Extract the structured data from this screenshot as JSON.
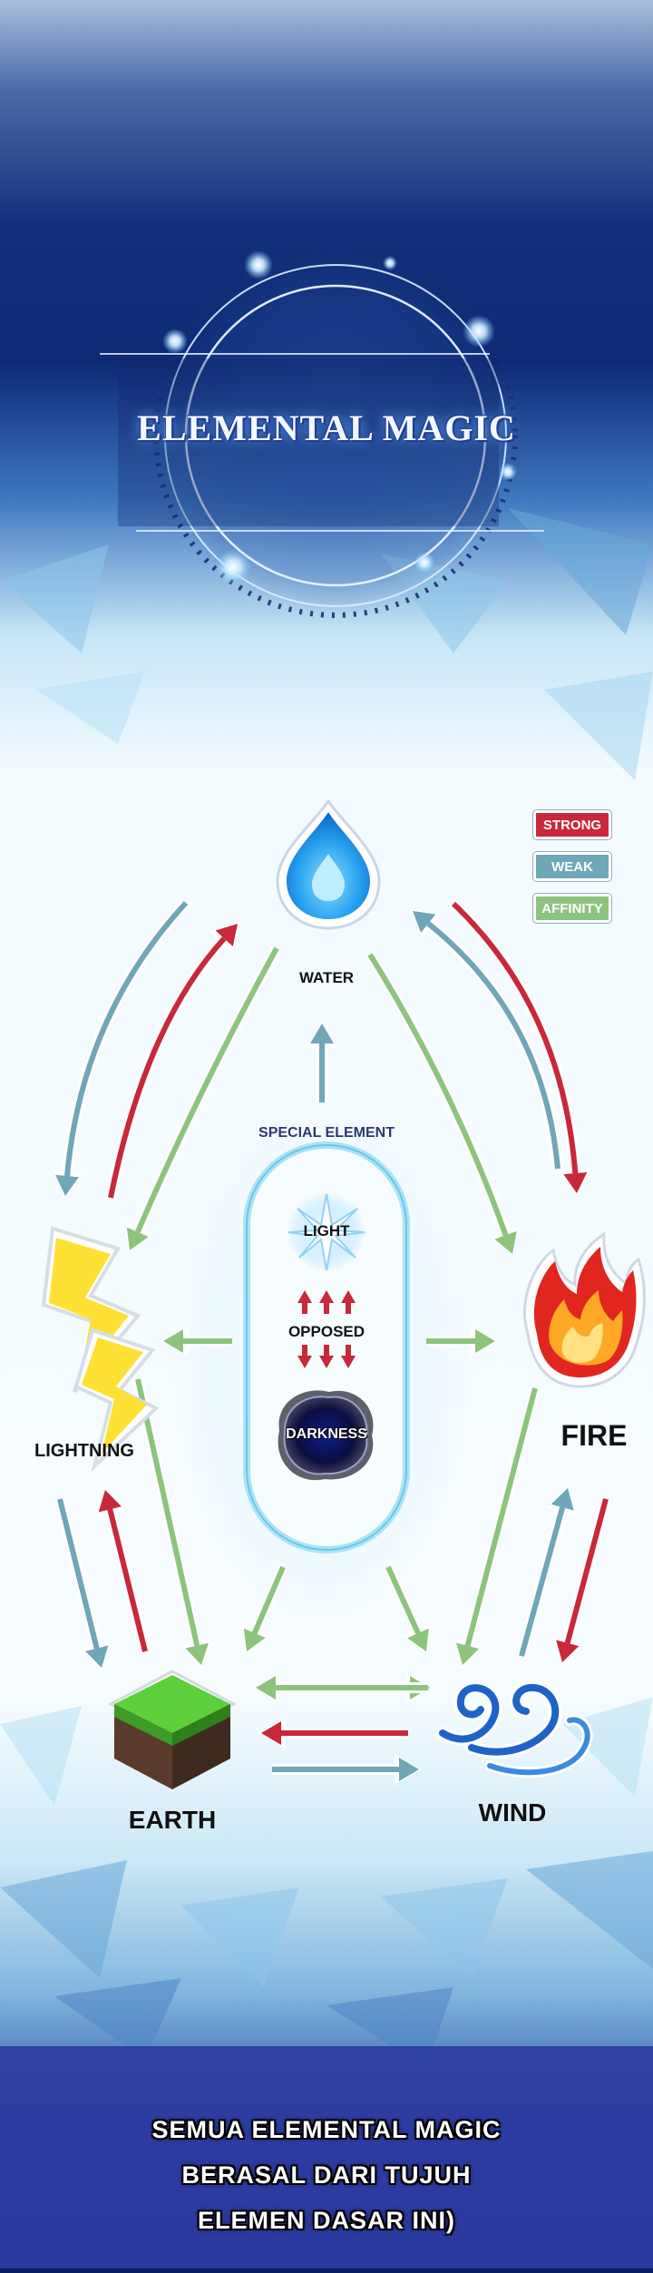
{
  "title": "ELEMENTAL MAGIC",
  "legend": {
    "strong": "STRONG",
    "weak": "WEAK",
    "affinity": "AFFINITY"
  },
  "colors": {
    "strong": "#c8283a",
    "weak": "#6fa6b8",
    "affinity": "#8cc47e",
    "water": "#1e88e5",
    "fire": "#e53935",
    "earth": "#4caf50",
    "wind": "#1565c0",
    "lightning": "#fdd835",
    "background_top": "#0b1f5c",
    "caption_bar": "#2b3a9e"
  },
  "elements": {
    "water": "WATER",
    "fire": "FIRE",
    "wind": "WIND",
    "earth": "EARTH",
    "lightning": "LIGHTNING",
    "special": "SPECIAL ELEMENT",
    "light": "LIGHT",
    "opposed": "OPPOSED",
    "darkness": "DARKNESS"
  },
  "caption": {
    "line1": "SEMUA ELEMENTAL MAGIC",
    "line2": "BERASAL DARI TUJUH",
    "line3": "ELEMEN DASAR INI)"
  }
}
